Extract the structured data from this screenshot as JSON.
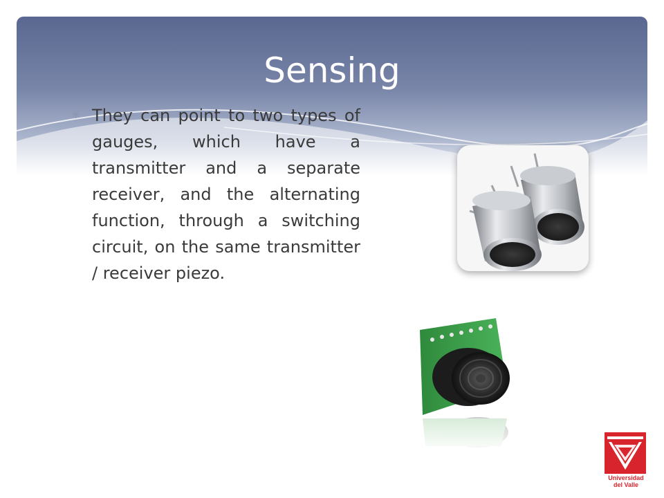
{
  "slide": {
    "title": "Sensing",
    "bullet_symbol": "✳",
    "bullet_text": "They can point to two types of gauges, which have a transmitter and a separate receiver, and the alternating function, through a switching circuit, on the same transmitter / receiver piezo."
  },
  "images": [
    {
      "icon": "ultrasonic-transducer-pair-photo"
    },
    {
      "icon": "ultrasonic-sensor-module-photo"
    }
  ],
  "logo": {
    "line1": "Universidad",
    "line2": "del Valle",
    "color": "#d8242d"
  },
  "colors": {
    "banner_top": "#5a6790",
    "banner_bottom": "#aeb8cf",
    "text": "#3a3a3a"
  }
}
